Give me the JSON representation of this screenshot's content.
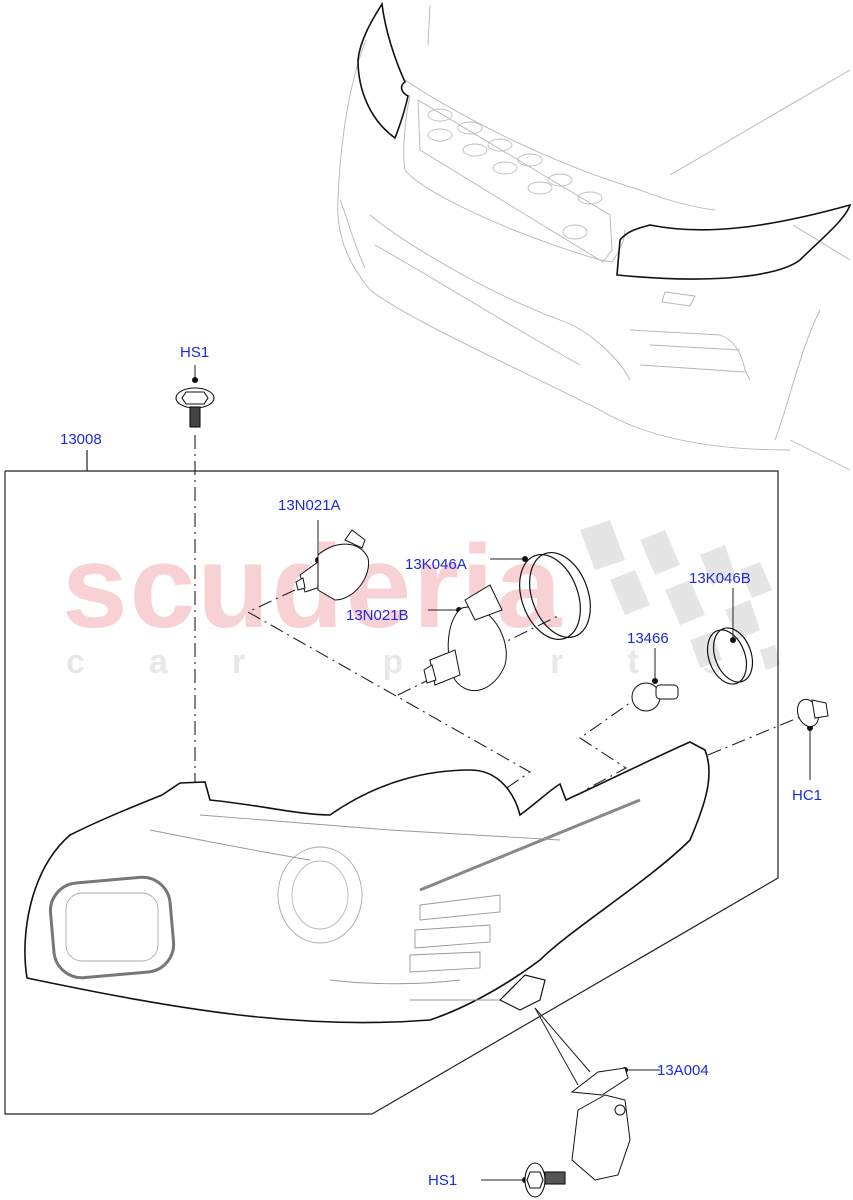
{
  "diagram": {
    "title": "Headlamp assembly exploded parts diagram",
    "watermark": {
      "brand": "scuderia",
      "tagline": "car parts",
      "brand_color": "#f6c9cc",
      "tagline_color": "#e8e8e8"
    },
    "label_color": "#1b2bd6",
    "callouts": [
      {
        "id": "HS1_top",
        "text": "HS1",
        "part": "bolt (headlamp top mount)"
      },
      {
        "id": "13008",
        "text": "13008",
        "part": "headlamp assembly"
      },
      {
        "id": "13N021A",
        "text": "13N021A",
        "part": "bulb"
      },
      {
        "id": "13K046A",
        "text": "13K046A",
        "part": "bulb cover cap"
      },
      {
        "id": "13N021B",
        "text": "13N021B",
        "part": "bulb"
      },
      {
        "id": "13K046B",
        "text": "13K046B",
        "part": "bulb cover cap"
      },
      {
        "id": "13466",
        "text": "13466",
        "part": "side lamp bulb"
      },
      {
        "id": "HC1",
        "text": "HC1",
        "part": "clip"
      },
      {
        "id": "13A004",
        "text": "13A004",
        "part": "mounting bracket"
      },
      {
        "id": "HS1_bottom",
        "text": "HS1",
        "part": "bolt (bracket)"
      }
    ]
  }
}
